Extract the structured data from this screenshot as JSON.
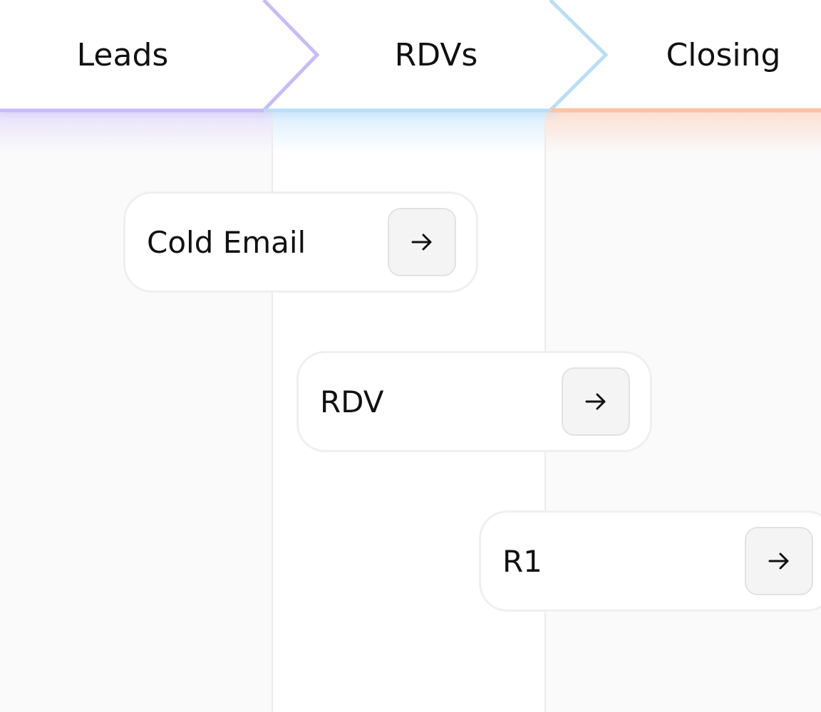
{
  "pipeline": {
    "stages": [
      {
        "label": "Leads",
        "accent": "#c9bbf8"
      },
      {
        "label": "RDVs",
        "accent": "#b8def8"
      },
      {
        "label": "Closing",
        "accent": "#fcc4a8"
      }
    ]
  },
  "steps": [
    {
      "label": "Cold Email",
      "icon": "arrow-right-icon"
    },
    {
      "label": "RDV",
      "icon": "arrow-right-icon"
    },
    {
      "label": "R1",
      "icon": "arrow-right-icon"
    }
  ]
}
